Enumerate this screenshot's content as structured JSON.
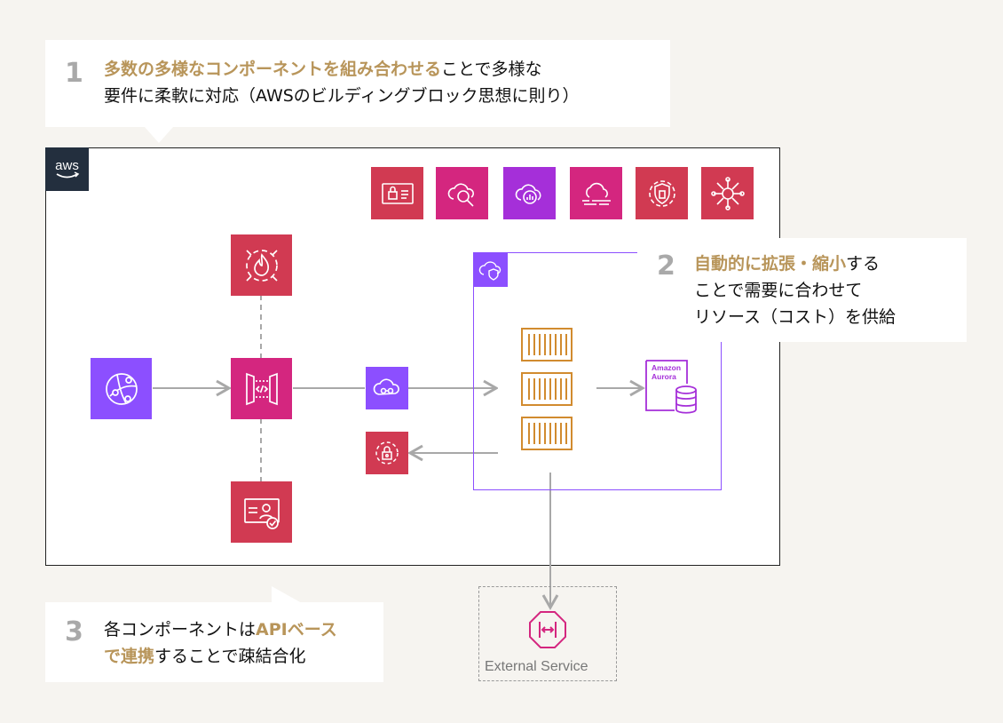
{
  "callout1": {
    "number": "1",
    "line1_highlight": "多数の多様なコンポーネントを組み合わせる",
    "line1_rest": "ことで多様な",
    "line2": "要件に柔軟に対応（AWSのビルディングブロック思想に則り）"
  },
  "callout2": {
    "number": "2",
    "line1_highlight": "自動的に拡張・縮小",
    "line1_rest": "する",
    "line2": "ことで需要に合わせて",
    "line3": "リソース（コスト）を供給"
  },
  "callout3": {
    "number": "3",
    "line1_prefix": "各コンポーネントは",
    "line1_highlight": "APIベース",
    "line2_highlight": "で連携",
    "line2_rest": "することで疎結合化"
  },
  "aws_logo": {
    "text": "aws",
    "icon": "aws-logo-icon"
  },
  "aurora": {
    "label_line1": "Amazon",
    "label_line2": "Aurora"
  },
  "external": {
    "label": "External Service"
  },
  "colors": {
    "highlight": "#b8955a",
    "security_red": "#d13a52",
    "management_pink": "#d4267f",
    "network_violet": "#8c4fff",
    "compute_orange": "#d18b2f",
    "database_purple": "#a52fd9"
  }
}
